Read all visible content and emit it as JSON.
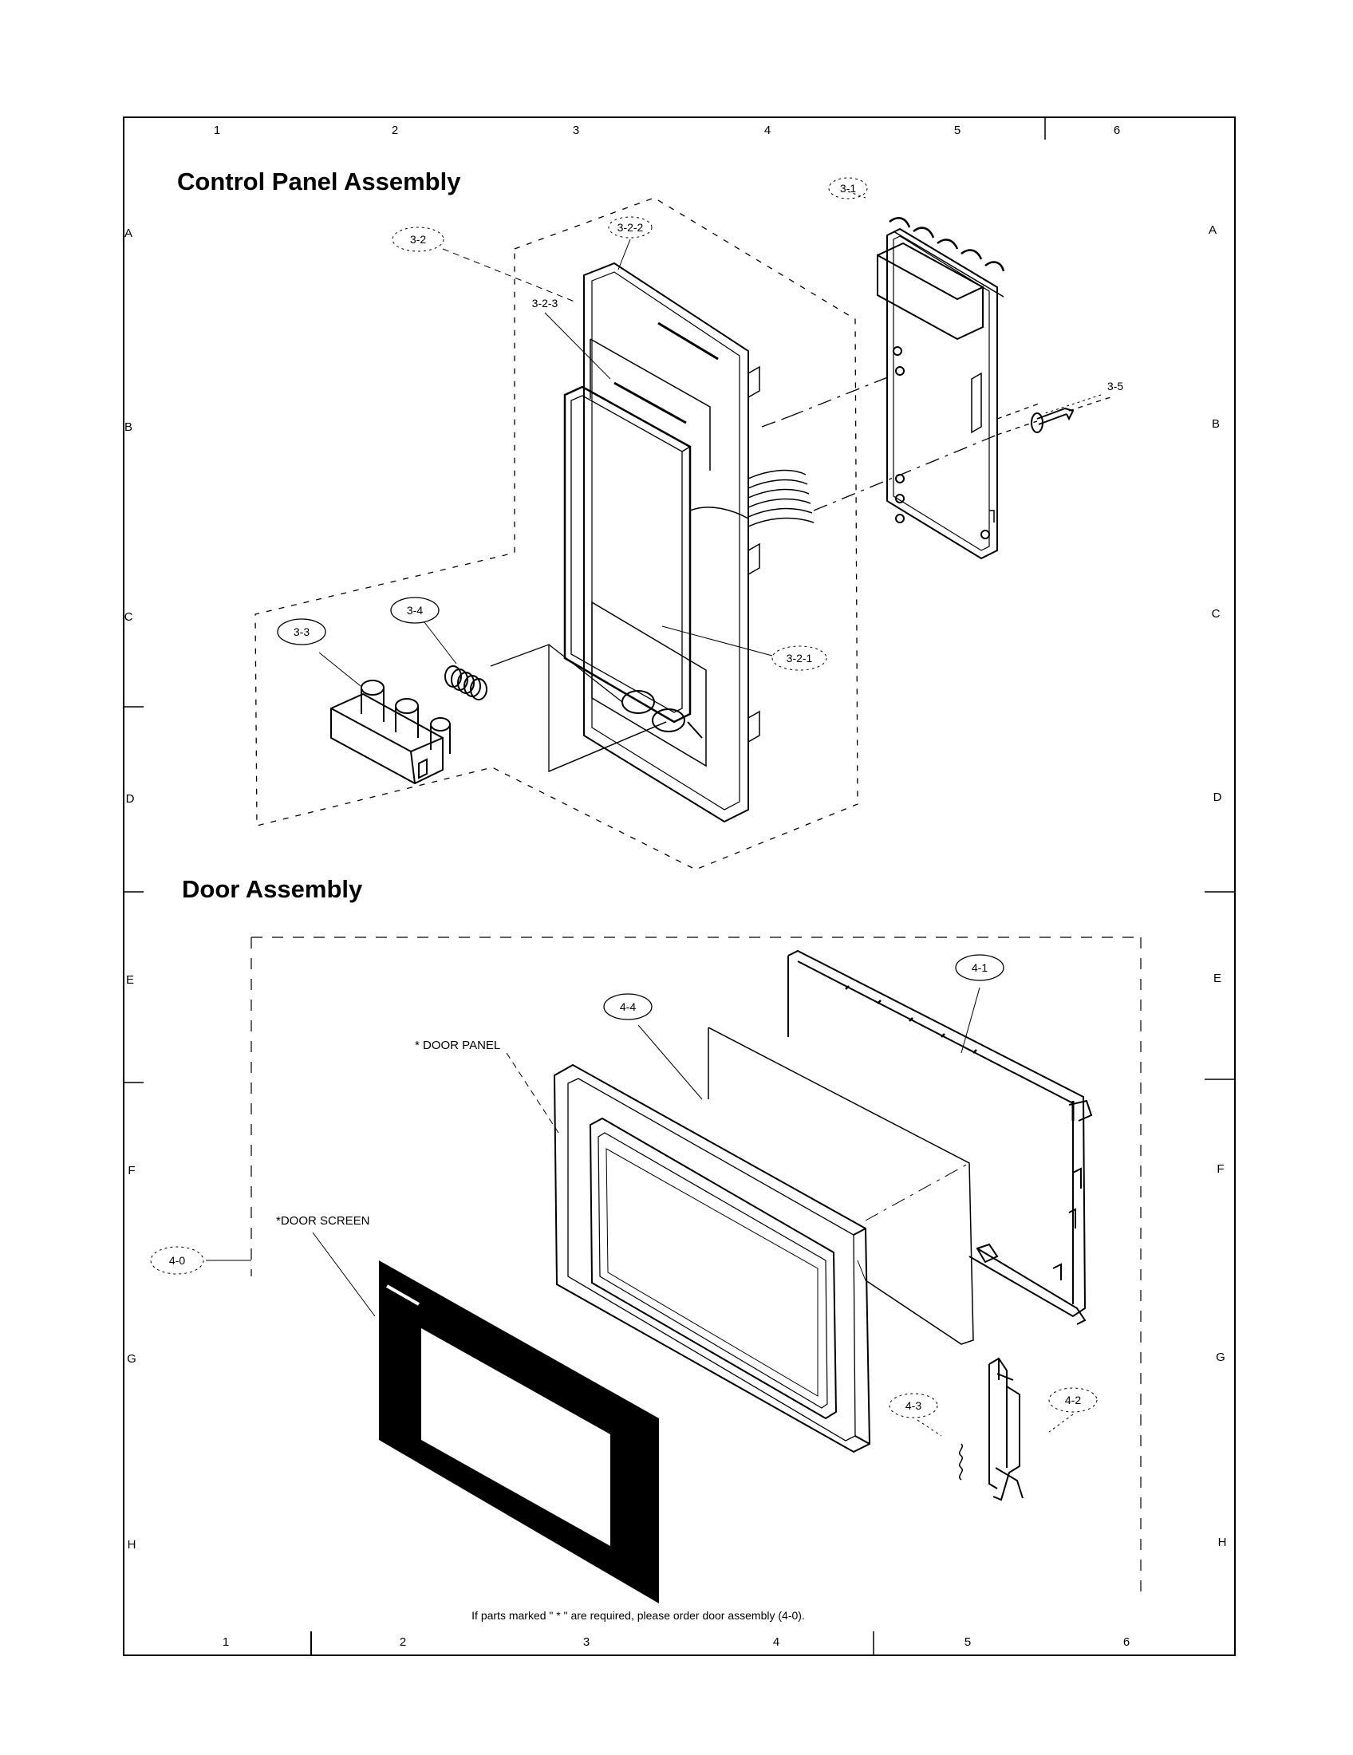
{
  "grid": {
    "columns": [
      "1",
      "2",
      "3",
      "4",
      "5",
      "6"
    ],
    "rows": [
      "A",
      "B",
      "C",
      "D",
      "E",
      "F",
      "G",
      "H"
    ]
  },
  "sections": {
    "control_panel_title": "Control Panel Assembly",
    "door_title": "Door Assembly"
  },
  "callouts": {
    "c3_1": "3-1",
    "c3_2": "3-2",
    "c3_2_1": "3-2-1",
    "c3_2_2": "3-2-2",
    "c3_2_3": "3-2-3",
    "c3_3": "3-3",
    "c3_4": "3-4",
    "c3_5": "3-5",
    "c4_0": "4-0",
    "c4_1": "4-1",
    "c4_2": "4-2",
    "c4_3": "4-3",
    "c4_4": "4-4"
  },
  "labels": {
    "door_panel": "* DOOR PANEL",
    "door_screen": "*DOOR SCREEN"
  },
  "footnote": "If parts marked \" * \" are required, please order door assembly (4-0)."
}
